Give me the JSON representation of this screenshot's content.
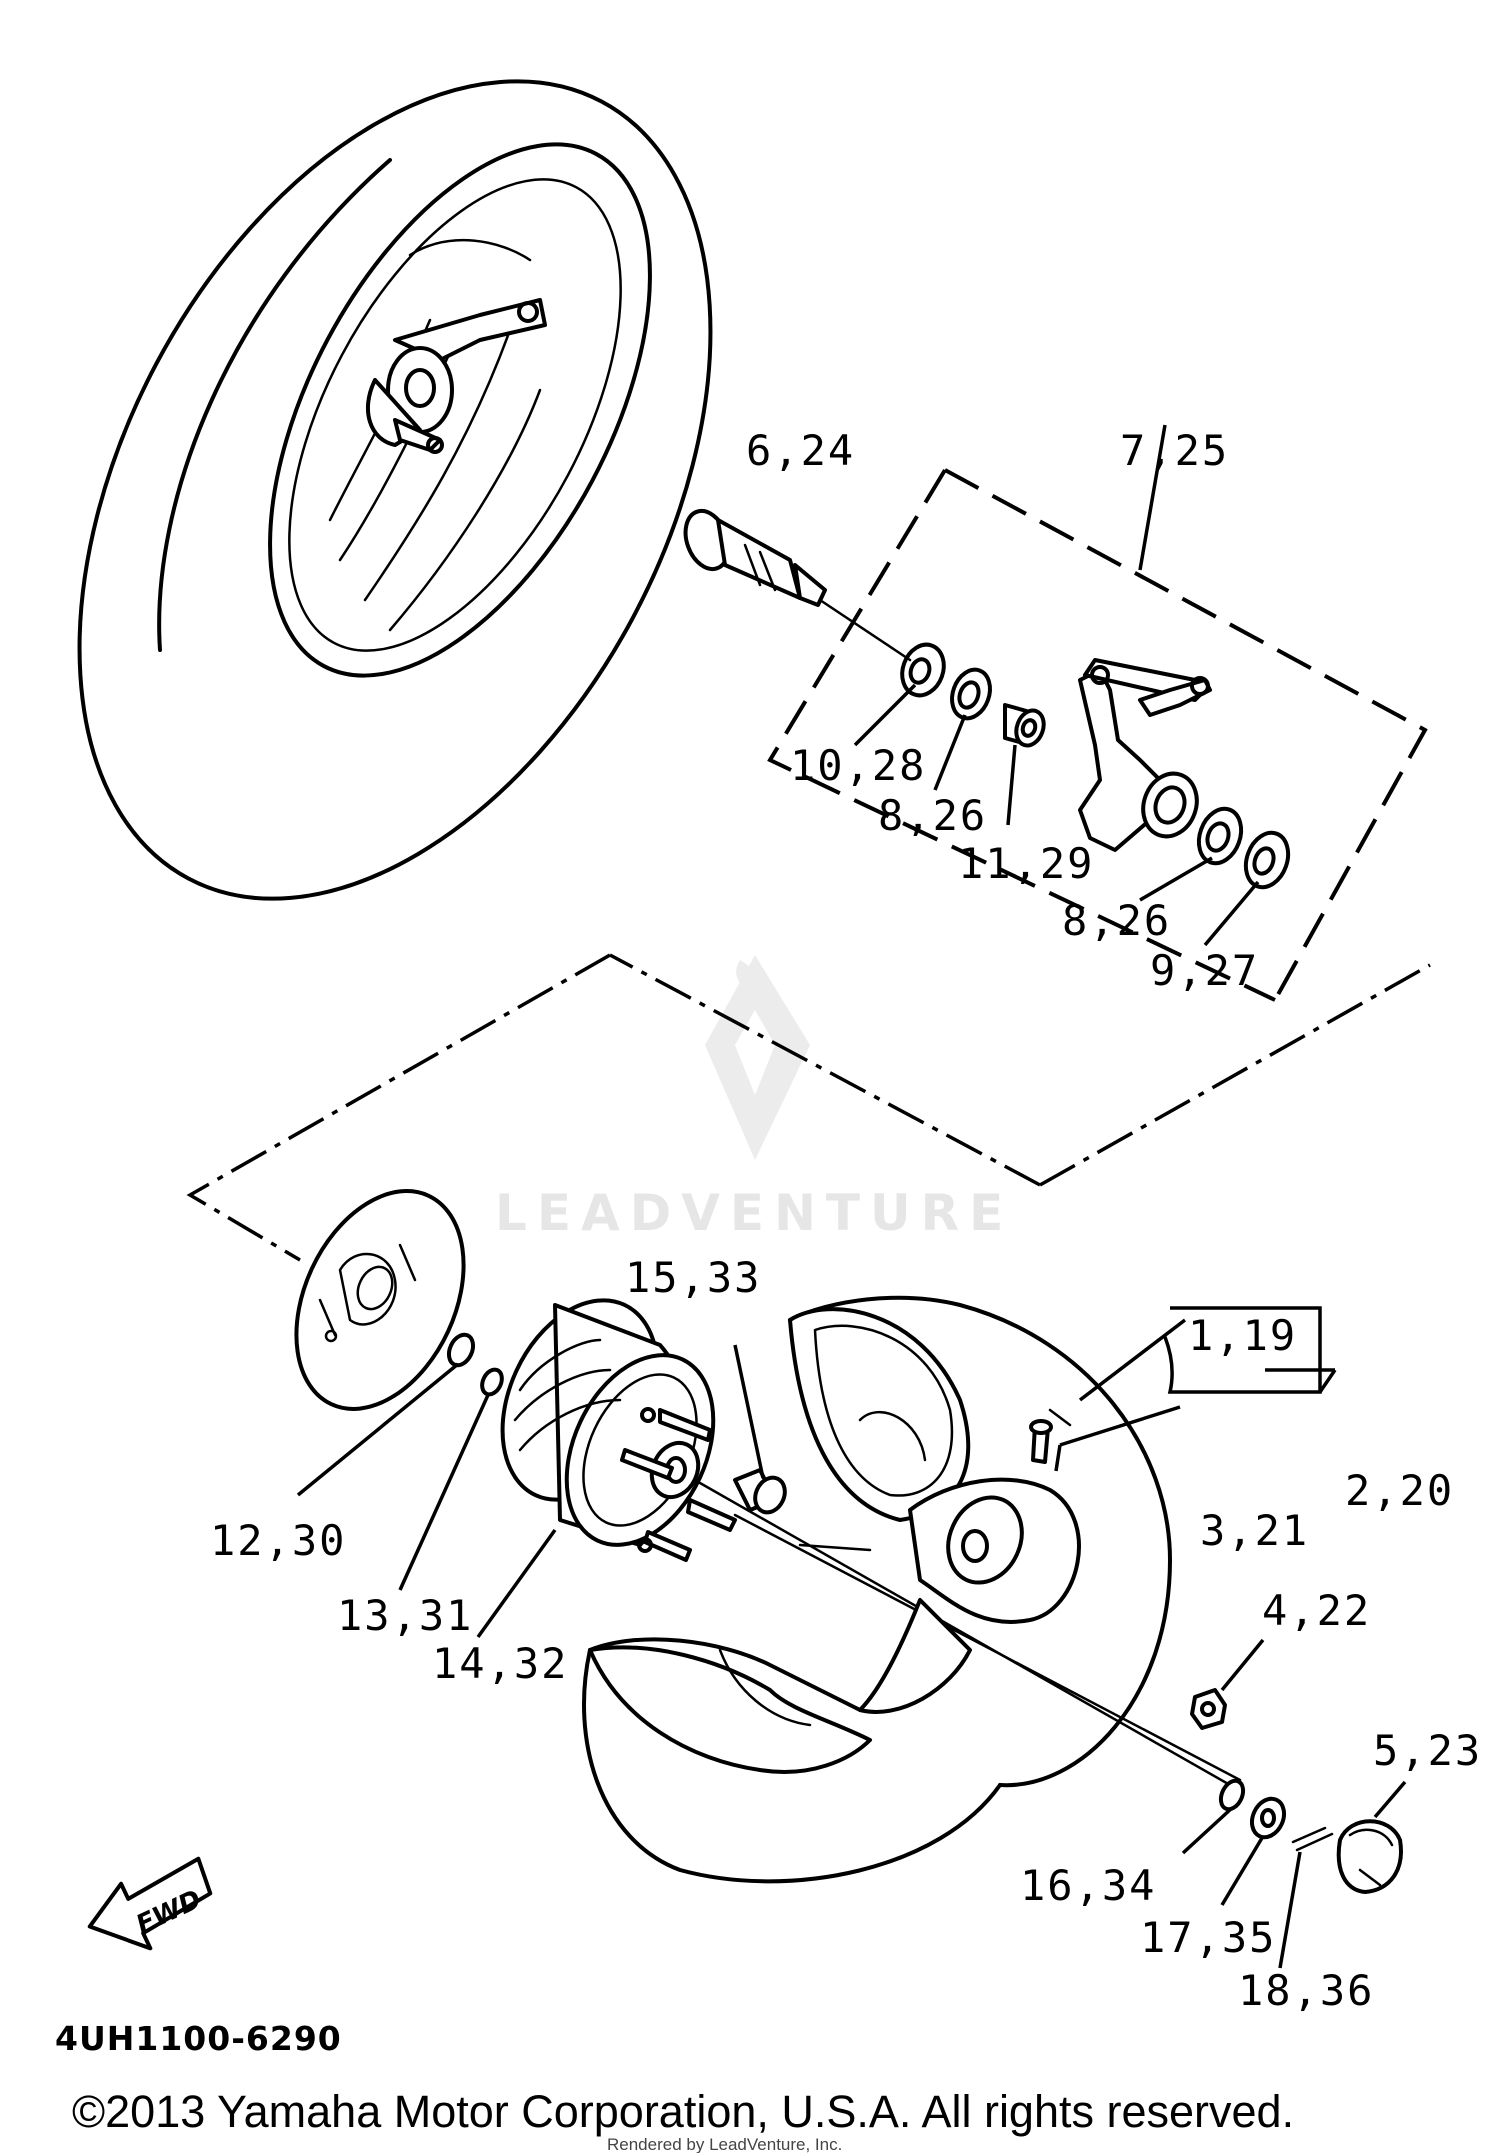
{
  "diagram": {
    "callouts": [
      {
        "id": "c-6-24",
        "text": "6,24"
      },
      {
        "id": "c-7-25",
        "text": "7,25"
      },
      {
        "id": "c-10-28",
        "text": "10,28"
      },
      {
        "id": "c-8-26a",
        "text": "8,26"
      },
      {
        "id": "c-11-29",
        "text": "11,29"
      },
      {
        "id": "c-8-26b",
        "text": "8,26"
      },
      {
        "id": "c-9-27",
        "text": "9,27"
      },
      {
        "id": "c-15-33",
        "text": "15,33"
      },
      {
        "id": "c-1-19",
        "text": "1,19"
      },
      {
        "id": "c-2-20",
        "text": "2,20"
      },
      {
        "id": "c-3-21",
        "text": "3,21"
      },
      {
        "id": "c-4-22",
        "text": "4,22"
      },
      {
        "id": "c-5-23",
        "text": "5,23"
      },
      {
        "id": "c-12-30",
        "text": "12,30"
      },
      {
        "id": "c-13-31",
        "text": "13,31"
      },
      {
        "id": "c-14-32",
        "text": "14,32"
      },
      {
        "id": "c-16-34",
        "text": "16,34"
      },
      {
        "id": "c-17-35",
        "text": "17,35"
      },
      {
        "id": "c-18-36",
        "text": "18,36"
      }
    ],
    "fwd_label": "FWD",
    "drawing_code": "4UH1100-6290",
    "watermark": "LEADVENTURE"
  },
  "footer": {
    "copyright": "©2013 Yamaha Motor Corporation, U.S.A. All rights reserved.",
    "rendered_by": "Rendered by LeadVenture, Inc."
  }
}
